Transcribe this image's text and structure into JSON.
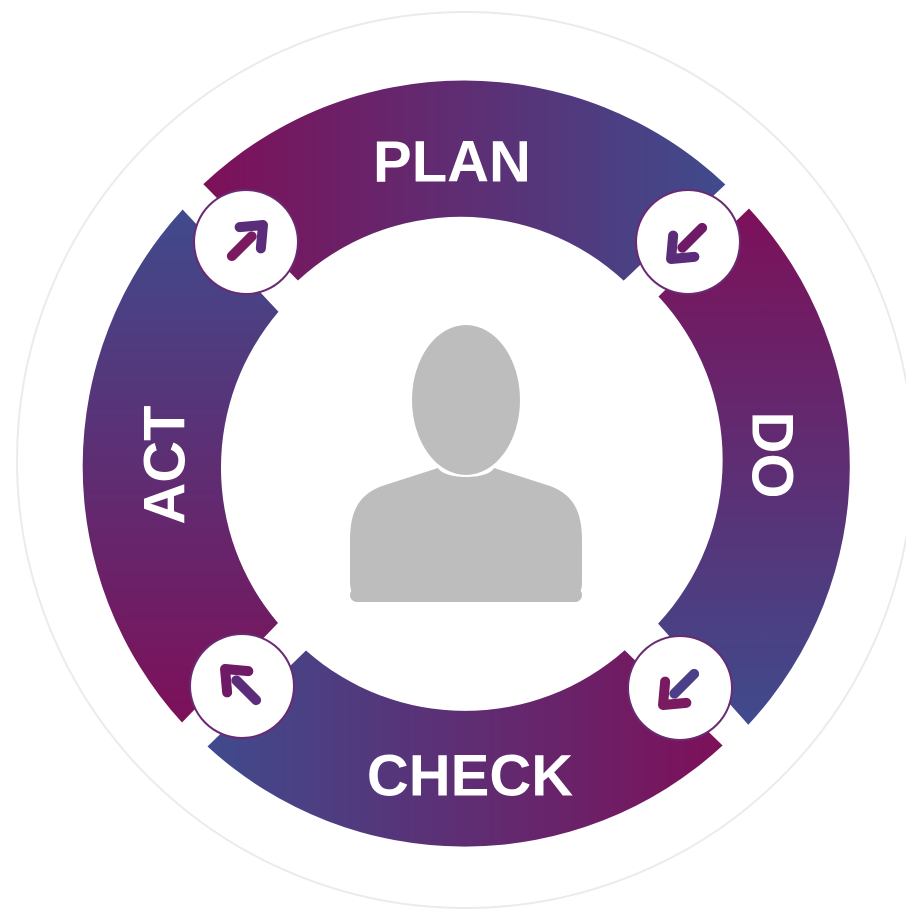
{
  "diagram": {
    "title": "",
    "center_icon": "person-silhouette-icon",
    "arrow_icon": "diagonal-arrow-icon",
    "colors": {
      "magenta": "#7d1059",
      "indigo": "#3f4b8d",
      "outer_ring": "#ebebeb",
      "person": "#bdbdbd",
      "background": "#ffffff"
    },
    "steps": [
      {
        "label": "PLAN"
      },
      {
        "label": "DO"
      },
      {
        "label": "CHECK"
      },
      {
        "label": "ACT"
      }
    ]
  }
}
